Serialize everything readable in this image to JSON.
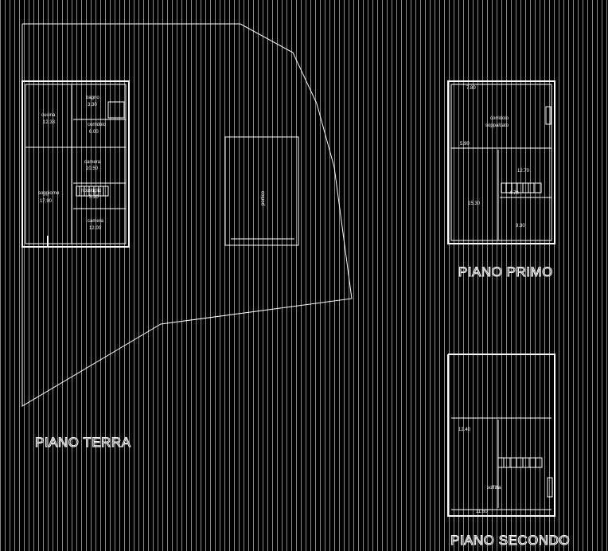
{
  "floors": {
    "terra": {
      "title": "PIANO TERRA",
      "rooms": [
        {
          "name": "cucina",
          "area": "12.33"
        },
        {
          "name": "bagno",
          "area": "3.30"
        },
        {
          "name": "corridoio",
          "area": "6.00"
        },
        {
          "name": "camera",
          "area": "10.50"
        },
        {
          "name": "soggiorno",
          "area": "17.90"
        },
        {
          "name": "ripostiglio",
          "area": "3.20"
        },
        {
          "name": "camera",
          "area": "12.00"
        },
        {
          "name": "portico",
          "area": ""
        }
      ]
    },
    "primo": {
      "title": "PIANO PRIMO",
      "rooms": [
        {
          "name": "",
          "area": "7.80"
        },
        {
          "name": "corridoio",
          "area": "soppalcato"
        },
        {
          "name": "",
          "area": "5.90"
        },
        {
          "name": "",
          "area": "12.70"
        },
        {
          "name": "",
          "area": "4.70"
        },
        {
          "name": "",
          "area": "15.30"
        },
        {
          "name": "",
          "area": "9.30"
        }
      ]
    },
    "secondo": {
      "title": "PIANO SECONDO",
      "rooms": [
        {
          "name": "",
          "area": "12.40"
        },
        {
          "name": "",
          "area": "soffitta"
        },
        {
          "name": "",
          "area": "11.60"
        }
      ]
    }
  },
  "colors": {
    "background": "#000000",
    "hatch": "#8a8a8a",
    "lines": "#ffffff"
  }
}
